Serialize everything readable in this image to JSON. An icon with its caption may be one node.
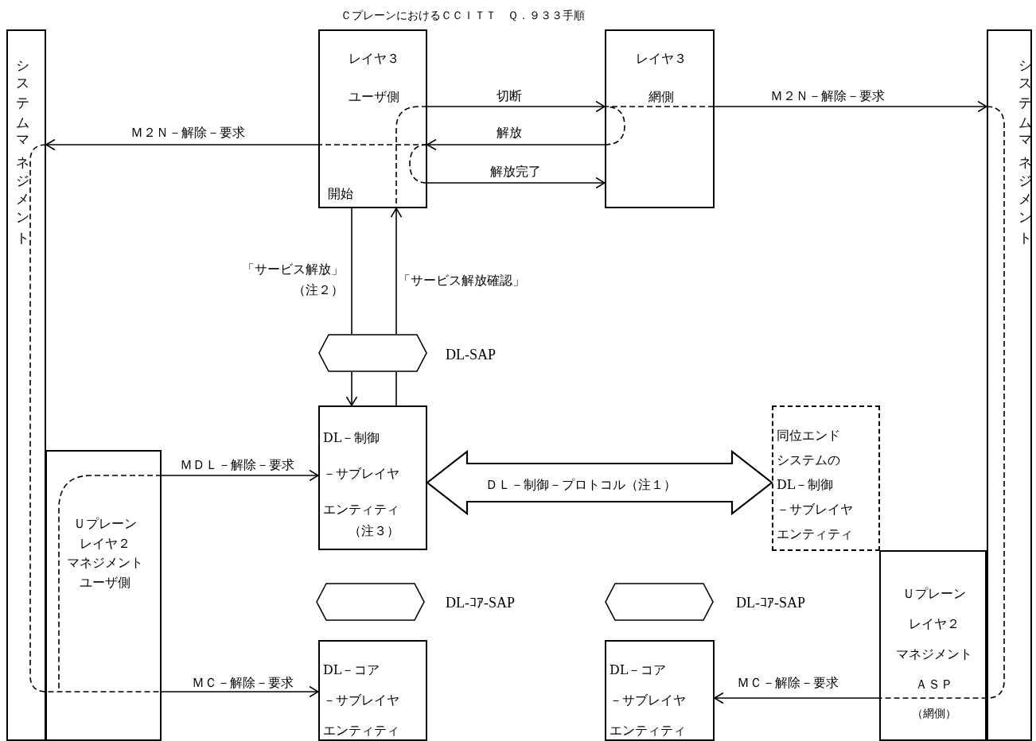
{
  "diagram": {
    "title": "ＣプレーンにおけるＣＣＩＴＴ　Ｑ．９３３手順",
    "nodes": [
      {
        "text": [
          "システムマネジメント"
        ]
      },
      {
        "text": [
          "レイヤ３",
          "ユーザ側",
          "開始"
        ]
      },
      {
        "text": [
          "レイヤ３",
          "網側"
        ]
      },
      {
        "text": [
          "システムマネジメント"
        ]
      },
      {
        "text": [],
        "shape": "hexagon",
        "beside": [
          "DL-SAP"
        ]
      },
      {
        "text": [
          "DL－制御－サブレイヤエンティティ",
          "（注３）"
        ]
      },
      {
        "text": [
          "同位エンドシステムのDL－制御－サブレイヤエンティティ"
        ]
      },
      {
        "text": [
          "Ｕプレーンレイヤ２マネジメントユーザ側"
        ]
      },
      {
        "text": [],
        "shape": "hexagon",
        "beside": [
          "DL-ｺｱ-SAP"
        ]
      },
      {
        "text": [],
        "shape": "hexagon",
        "beside": [
          "DL-ｺｱ-SAP"
        ]
      },
      {
        "text": [
          "DL－コア－サブレイヤエンティティ"
        ]
      },
      {
        "text": [
          "DL－コア－サブレイヤエンティティ"
        ]
      },
      {
        "text": [
          "Ｕプレーンレイヤ２マネジメントＡＳＰ",
          "（網側）"
        ]
      }
    ],
    "edges": [
      {
        "from": 1,
        "to": 2,
        "arrow": "to",
        "label": "切断"
      },
      {
        "from": 2,
        "to": 1,
        "arrow": "to",
        "label": "解放"
      },
      {
        "from": 1,
        "to": 2,
        "arrow": "to",
        "label": "解放完了"
      },
      {
        "from": 1,
        "to": 0,
        "arrow": "to",
        "label": "Ｍ２Ｎ－解除－要求"
      },
      {
        "from": 2,
        "to": 3,
        "arrow": "to",
        "label": "Ｍ２Ｎ－解除－要求"
      },
      {
        "from": 1,
        "to": 4,
        "arrow": "none",
        "label": "「サービス解放」（注２）"
      },
      {
        "from": 4,
        "to": 1,
        "arrow": "to",
        "label": "「サービス解放確認」"
      },
      {
        "from": 7,
        "to": 5,
        "arrow": "to",
        "label": "ＭＤＬ－解除－要求"
      },
      {
        "from": 5,
        "to": 6,
        "arrow": "both",
        "label": "ＤＬ－制御－プロトコル（注１）",
        "style": "thick"
      },
      {
        "from": 7,
        "to": 10,
        "arrow": "to",
        "label": "ＭＣ－解除－要求"
      },
      {
        "from": 12,
        "to": 11,
        "arrow": "to",
        "label": "ＭＣ－解除－要求"
      },
      {
        "from": 0,
        "to": 7,
        "arrow": "none",
        "style": "dashed"
      },
      {
        "from": 3,
        "to": 12,
        "arrow": "none",
        "style": "dashed"
      },
      {
        "from": 4,
        "to": 5,
        "arrow": "to"
      },
      {
        "from": 5,
        "to": 4,
        "arrow": "none"
      }
    ]
  }
}
